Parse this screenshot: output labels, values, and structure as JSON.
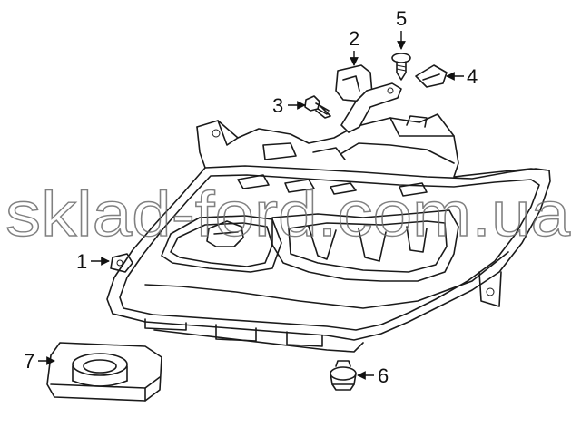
{
  "watermark": "sklad-ford.com.ua",
  "callouts": [
    {
      "id": "1",
      "label": "1"
    },
    {
      "id": "2",
      "label": "2"
    },
    {
      "id": "3",
      "label": "3"
    },
    {
      "id": "4",
      "label": "4"
    },
    {
      "id": "5",
      "label": "5"
    },
    {
      "id": "6",
      "label": "6"
    },
    {
      "id": "7",
      "label": "7"
    }
  ],
  "colors": {
    "line": "#1a1a1a",
    "watermark": "#6b6b6b",
    "background": "#ffffff"
  }
}
